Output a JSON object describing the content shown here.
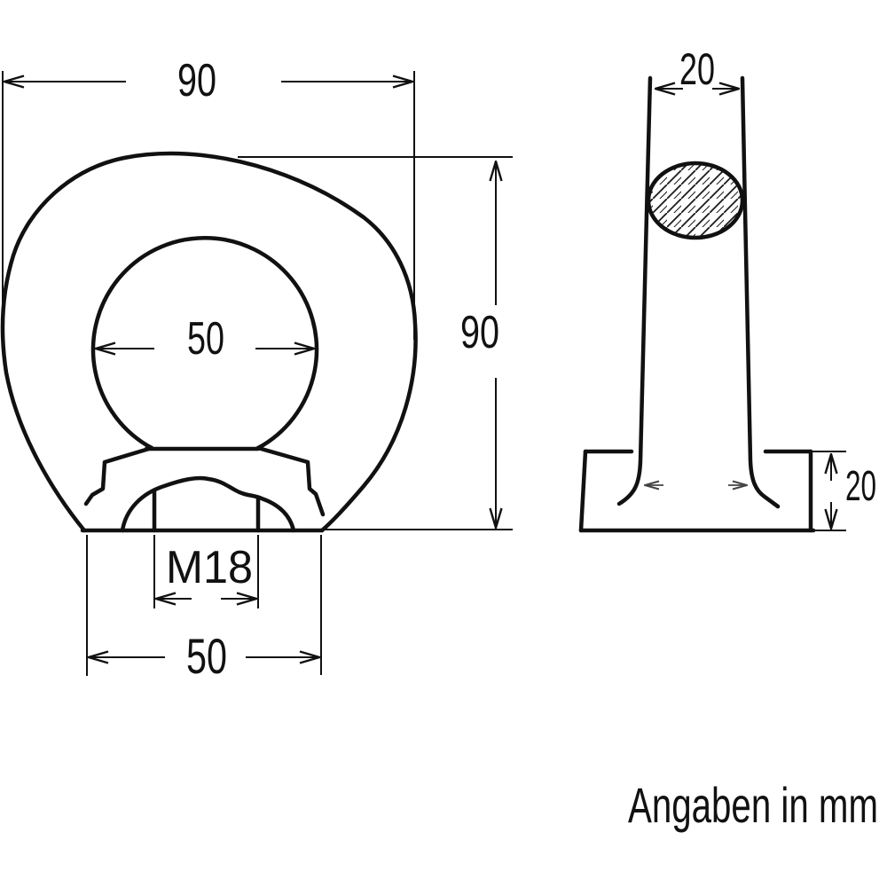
{
  "note": "Angaben in mm",
  "front_view": {
    "outer_width_mm": "90",
    "overall_height_mm": "90",
    "eye_inner_diameter_mm": "50",
    "thread_size": "M18",
    "base_width_mm": "50"
  },
  "side_view": {
    "ring_cross_section_mm": "20",
    "base_height_mm": "20"
  }
}
